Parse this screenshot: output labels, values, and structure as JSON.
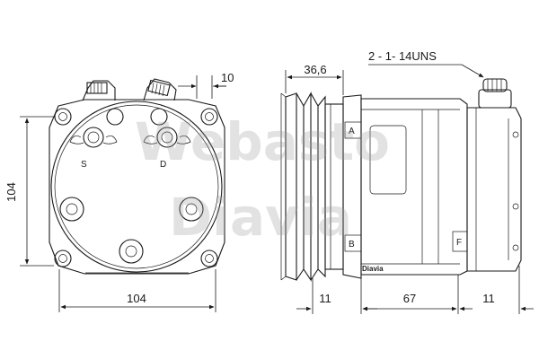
{
  "dimensions": {
    "height_left": "104",
    "width_bottom": "104",
    "port_spacing": "10",
    "pulley_width": "36,6",
    "thread_spec": "2 - 1- 14UNS",
    "front_segment": "11",
    "body_segment": "67",
    "rear_segment": "11"
  },
  "labels": {
    "port_suction": "S",
    "port_discharge": "D",
    "mark_a": "A",
    "mark_b": "B",
    "mark_f": "F",
    "brand_plate": "Diavia"
  },
  "watermark": {
    "line1": "Webasto",
    "line2": "Diavia"
  },
  "colors": {
    "line": "#1a1a1a",
    "watermark": "#9a9a9a"
  }
}
